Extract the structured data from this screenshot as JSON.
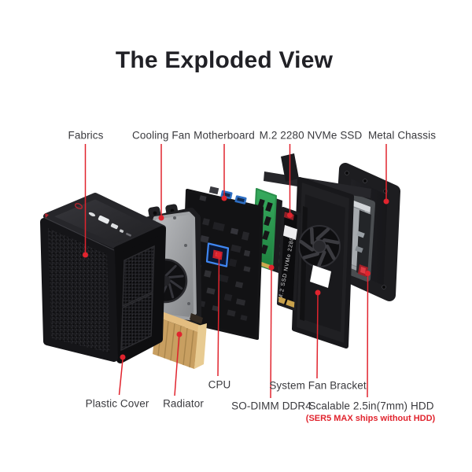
{
  "title": "The Exploded View",
  "labels": {
    "fabrics": "Fabrics",
    "cooling_fan": "Cooling Fan",
    "motherboard": "Motherboard",
    "m2_ssd": "M.2 2280 NVMe SSD",
    "metal_chassis": "Metal Chassis",
    "plastic_cover": "Plastic Cover",
    "radiator": "Radiator",
    "cpu": "CPU",
    "so_dimm": "SO-DIMM DDR4",
    "system_fan_bracket": "System Fan Bracket",
    "hdd": "Scalable 2.5in(7mm) HDD",
    "hdd_note": "(SER5 MAX ships without HDD)"
  },
  "component_markings": {
    "ssd_text": "M.2 SSD NVMe 2280"
  },
  "colors": {
    "background": "#ffffff",
    "accent_red": "#e1242e",
    "title_text": "#212126",
    "label_text": "#3a3a3e",
    "ram_green": "#2fa352",
    "radiator_gold": "#c89f61",
    "usb_blue": "#2e6fc4",
    "cpu_outline_blue": "#3f86f0",
    "chassis_black": "#1d1d20",
    "hdd_gray": "#a6aaae"
  }
}
